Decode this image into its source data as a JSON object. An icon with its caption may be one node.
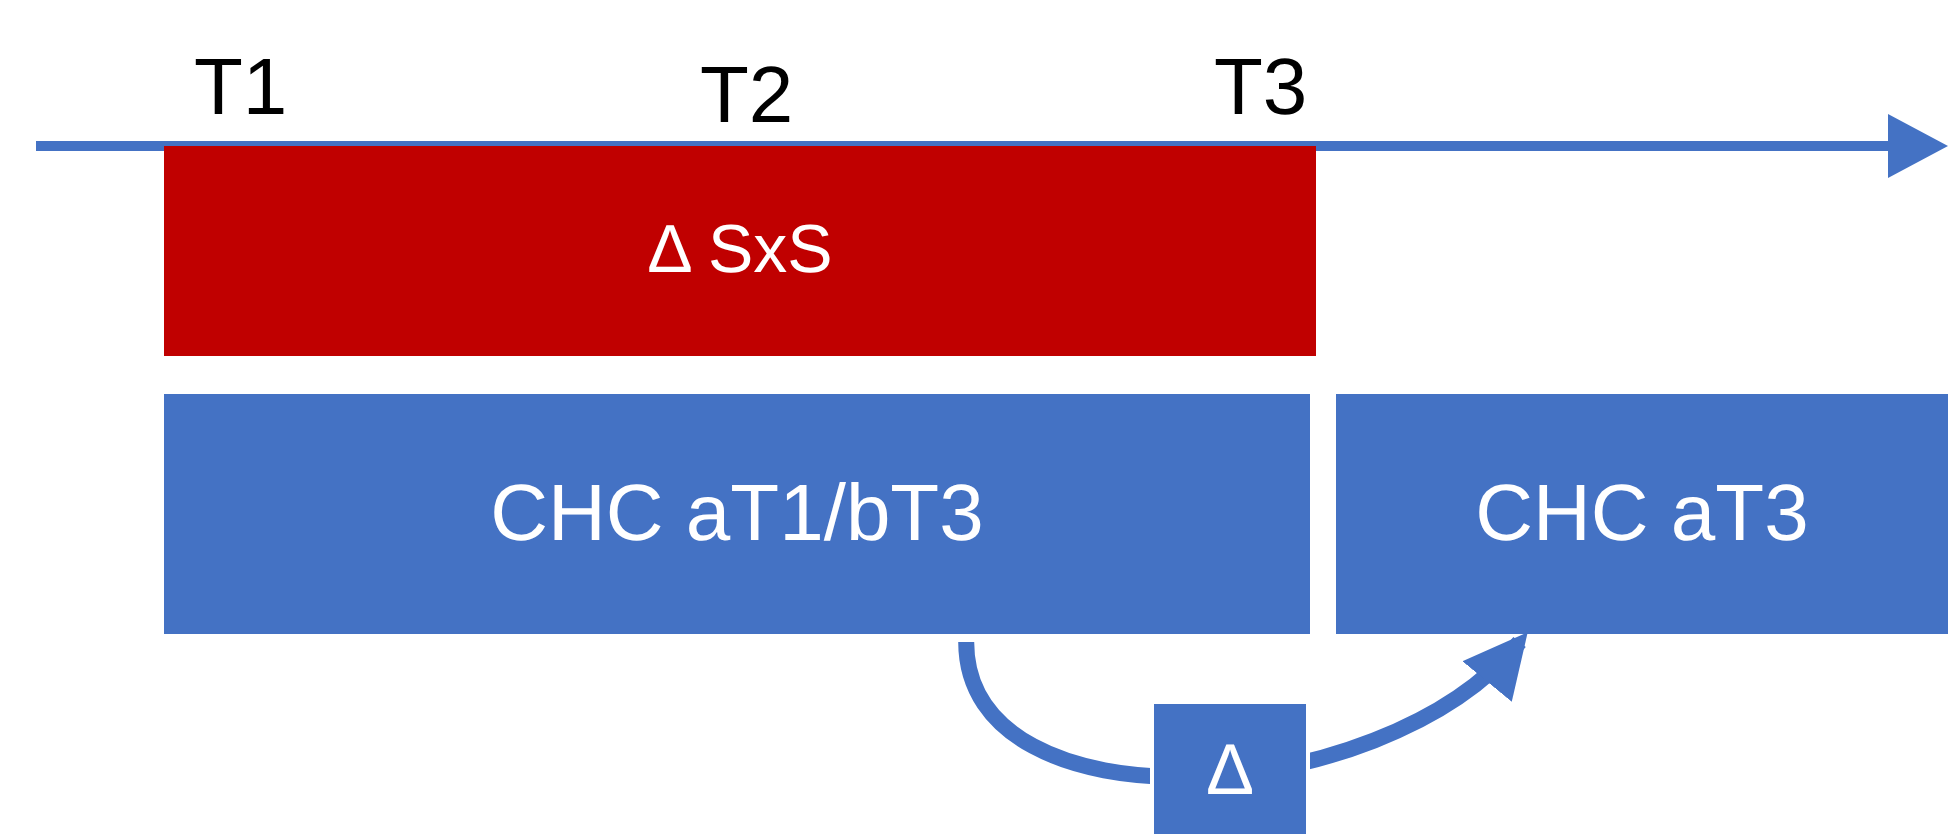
{
  "diagram": {
    "nodes": [
      {
        "text": [
          "Δ SxS"
        ]
      },
      {
        "text": [
          "CHC aT1/bT3"
        ]
      },
      {
        "text": [
          "CHC aT3"
        ]
      }
    ],
    "edges": [
      {
        "from": 1,
        "to": 2,
        "arrow": "to",
        "label": "Δ"
      }
    ],
    "labels": [
      "T1",
      "T2",
      "T3"
    ]
  }
}
